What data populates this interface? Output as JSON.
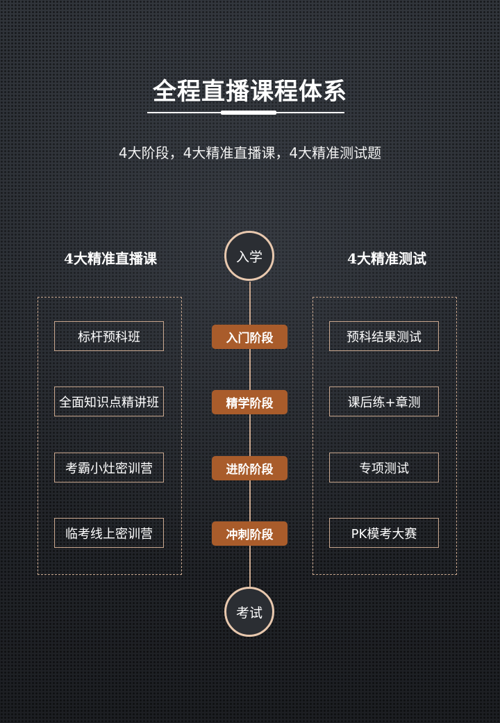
{
  "header": {
    "title": "全程直播课程体系",
    "subtitle": "4大阶段，4大精准直播课，4大精准测试题"
  },
  "left_column": {
    "title": "4大精准直播课",
    "items": [
      "标杆预科班",
      "全面知识点精讲班",
      "考霸小灶密训营",
      "临考线上密训营"
    ]
  },
  "right_column": {
    "title": "4大精准测试",
    "items": [
      "预科结果测试",
      "课后练+章测",
      "专项测试",
      "PK模考大赛"
    ]
  },
  "timeline": {
    "start": "入学",
    "end": "考试",
    "stages": [
      "入门阶段",
      "精学阶段",
      "进阶阶段",
      "冲刺阶段"
    ]
  },
  "colors": {
    "stage_fill": "#a95c2b",
    "accent_line": "#c9a78e",
    "circle_border": "#e8c8ae"
  }
}
